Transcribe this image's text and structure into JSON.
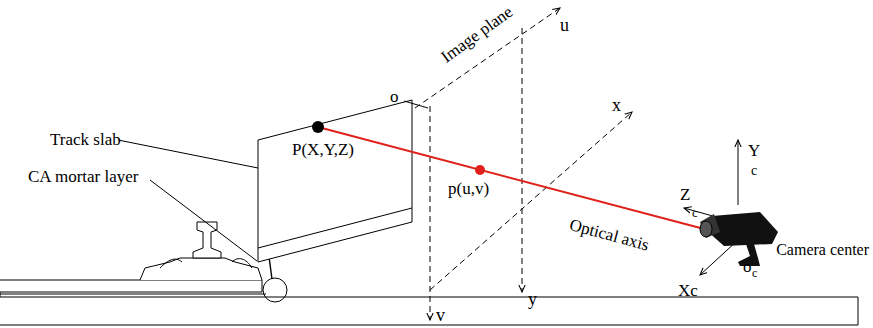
{
  "diagram": {
    "labels": [
      "Track slab",
      "CA mortar layer",
      "P(X,Y,Z)",
      "o",
      "Image plane",
      "u",
      "p(u,v)",
      "x",
      "Optical axis",
      "v",
      "y",
      "Y",
      "c",
      "Z",
      "c",
      "Xc",
      "o",
      "c",
      "Camera center"
    ]
  }
}
